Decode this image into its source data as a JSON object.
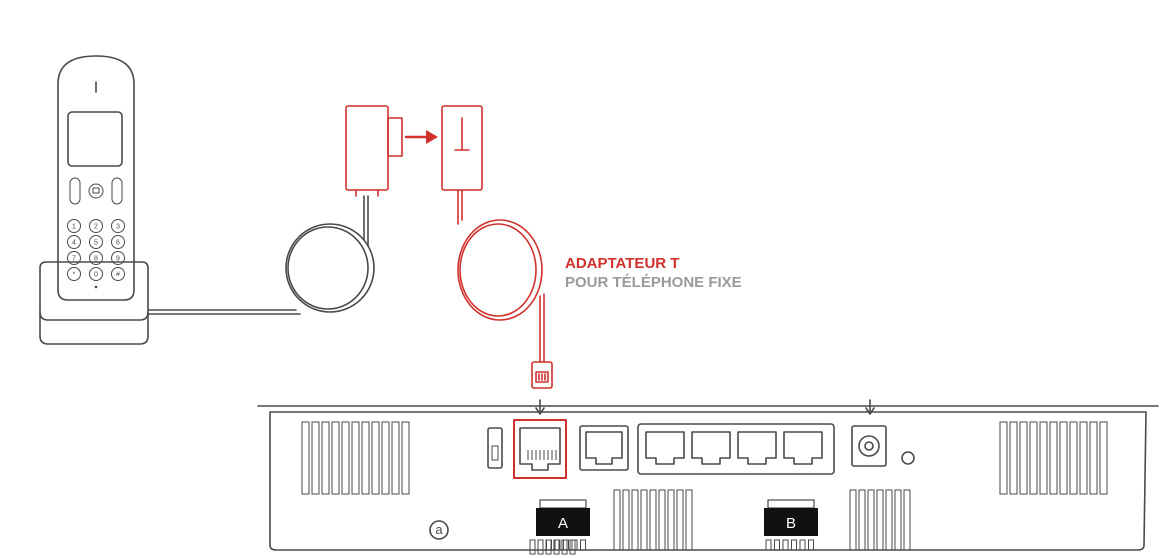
{
  "adapter_label": {
    "title": "ADAPTATEUR T",
    "subtitle": "POUR TÉLÉPHONE FIXE"
  },
  "router": {
    "port_a_label": "A",
    "port_b_label": "B",
    "marker_label": "a"
  },
  "phone": {
    "keys": [
      "1",
      "2",
      "3",
      "4",
      "5",
      "6",
      "7",
      "8",
      "9",
      "*",
      "0",
      "#"
    ]
  },
  "colors": {
    "accent": "#d0312d",
    "line": "#4a4a4a",
    "subtitle": "#9a9a9a",
    "label_box": "#111111"
  },
  "icons": [
    "phone-handset-icon",
    "arrow-right-icon",
    "arrow-down-icon",
    "rj11-plug-icon",
    "ethernet-port-icon",
    "power-jack-icon"
  ]
}
